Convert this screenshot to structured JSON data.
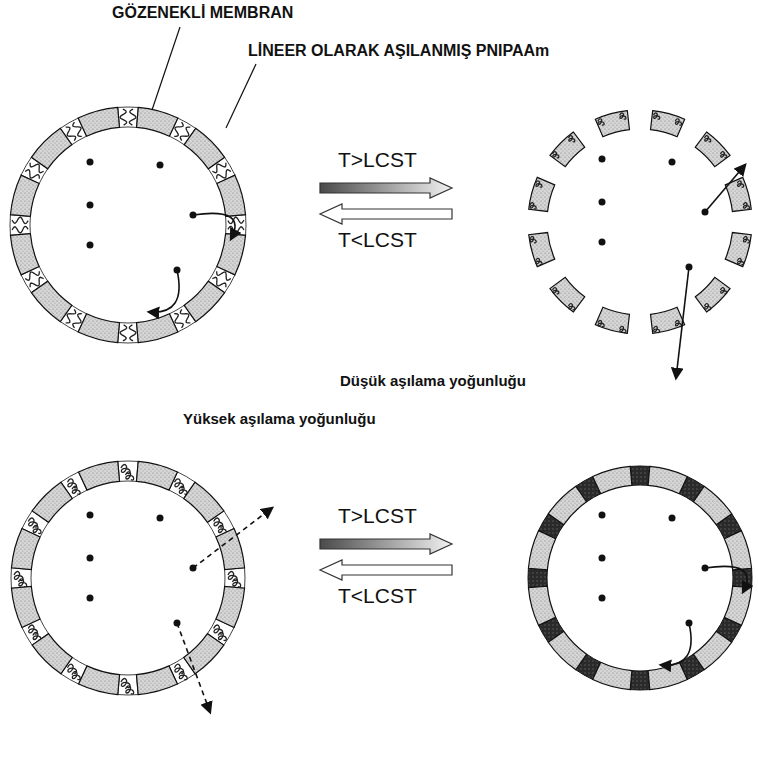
{
  "diagram": {
    "labels": [
      "GÖZENEKLİ MEMBRAN",
      "LİNEER OLARAK AŞILANMIŞ PNIPAAm",
      "T>LCST",
      "T<LCST",
      "Düşük aşılama yoğunluğu",
      "Yüksek aşılama yoğunluğu",
      "T>LCST",
      "T<LCST"
    ]
  }
}
